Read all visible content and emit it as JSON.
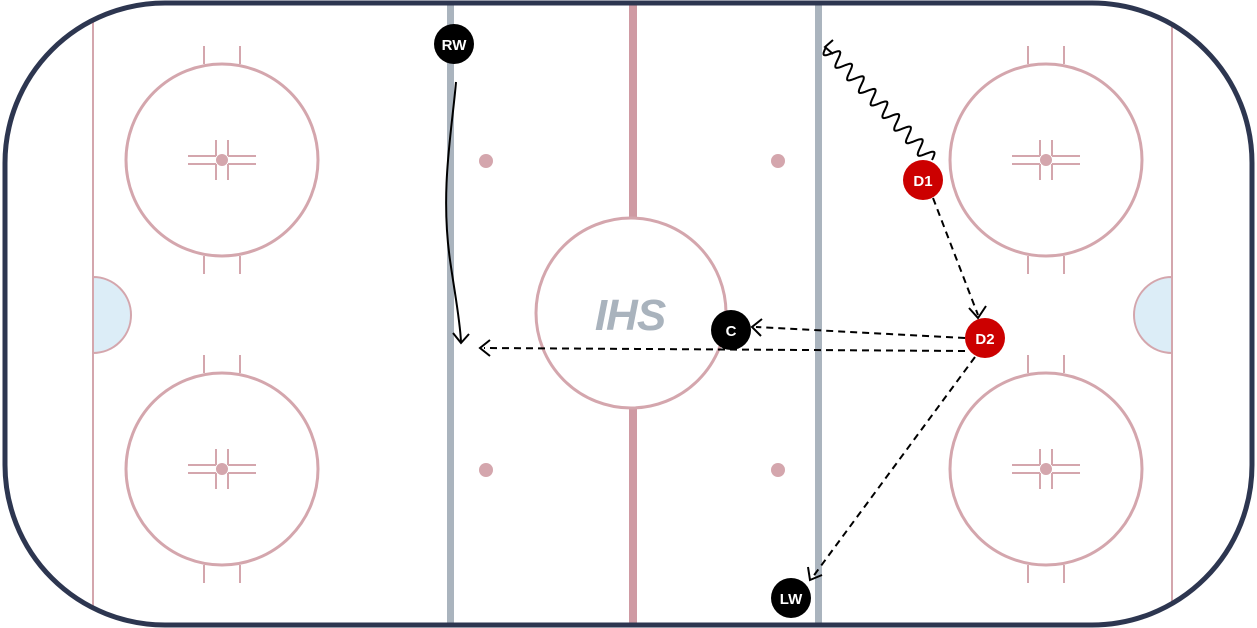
{
  "logo": {
    "text": "IHS"
  },
  "colors": {
    "boards": "#2d3650",
    "red_line": "#cf9aa3",
    "blue_line": "#aab4be",
    "markings": "#d4a6ad",
    "crease": "#dcedf7",
    "player_black": "#000000",
    "player_red": "#cc0000",
    "player_text": "#ffffff",
    "logo": "#a9b3bd"
  },
  "players": [
    {
      "id": "rw",
      "label": "RW",
      "team": "black"
    },
    {
      "id": "c",
      "label": "C",
      "team": "black"
    },
    {
      "id": "lw",
      "label": "LW",
      "team": "black"
    },
    {
      "id": "d1",
      "label": "D1",
      "team": "red"
    },
    {
      "id": "d2",
      "label": "D2",
      "team": "red"
    }
  ],
  "actions": [
    {
      "id": "rw-skate",
      "type": "skate",
      "from": "RW",
      "to": "neutral zone"
    },
    {
      "id": "d1-skate",
      "type": "skate-with-puck",
      "from": "D1",
      "to": "blue line"
    },
    {
      "id": "d1-d2-pass",
      "type": "pass",
      "from": "D1",
      "to": "D2"
    },
    {
      "id": "d2-c-pass",
      "type": "pass",
      "from": "D2",
      "to": "C"
    },
    {
      "id": "d2-rw-pass",
      "type": "pass",
      "from": "D2",
      "to": "RW"
    },
    {
      "id": "d2-lw-pass",
      "type": "pass",
      "from": "D2",
      "to": "LW"
    }
  ]
}
